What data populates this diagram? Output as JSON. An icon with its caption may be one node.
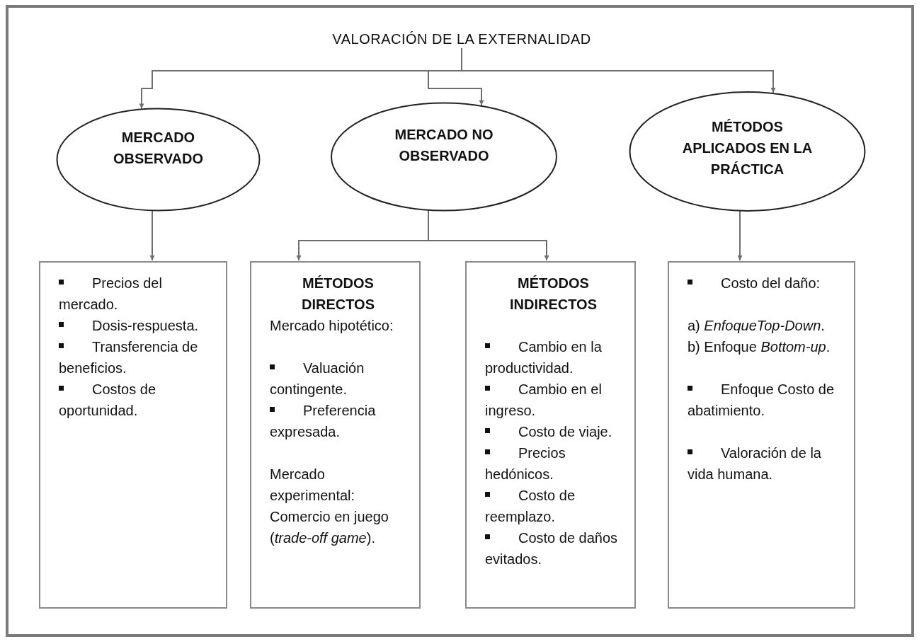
{
  "diagram": {
    "nodes": [
      {
        "text": [
          "VALORACIÓN DE LA EXTERNALIDAD"
        ]
      },
      {
        "text": [
          "MERCADO OBSERVADO"
        ]
      },
      {
        "text": [
          "MERCADO NO OBSERVADO"
        ]
      },
      {
        "text": [
          "MÉTODOS APLICADOS EN LA PRÁCTICA"
        ]
      },
      {
        "text": [
          "Precios del mercado.",
          "Dosis-respuesta.",
          "Transferencia de beneficios.",
          "Costos de oportunidad."
        ]
      },
      {
        "text": [
          "MÉTODOS DIRECTOS",
          "Mercado hipotético:",
          "Valuación contingente.",
          "Preferencia expresada.",
          "Mercado experimental: Comercio en juego (*trade-off game*)."
        ]
      },
      {
        "text": [
          "MÉTODOS INDIRECTOS",
          "Cambio en la productividad.",
          "Cambio en el ingreso.",
          "Costo de viaje.",
          "Precios hedónicos.",
          "Costo de reemplazo.",
          "Costo de daños evitados."
        ]
      },
      {
        "text": [
          "Costo del daño:",
          "a) *EnfoqueTop-Down*.",
          "b) Enfoque *Bottom-up*.",
          "Enfoque Costo de abatimiento.",
          "Valoración de la vida humana."
        ]
      }
    ],
    "edges": [
      {
        "from": 0,
        "to": 1,
        "arrow": "to"
      },
      {
        "from": 0,
        "to": 2,
        "arrow": "to"
      },
      {
        "from": 0,
        "to": 3,
        "arrow": "to"
      },
      {
        "from": 1,
        "to": 4,
        "arrow": "to"
      },
      {
        "from": 2,
        "to": 5,
        "arrow": "to"
      },
      {
        "from": 2,
        "to": 6,
        "arrow": "to"
      },
      {
        "from": 3,
        "to": 7,
        "arrow": "to"
      }
    ]
  }
}
